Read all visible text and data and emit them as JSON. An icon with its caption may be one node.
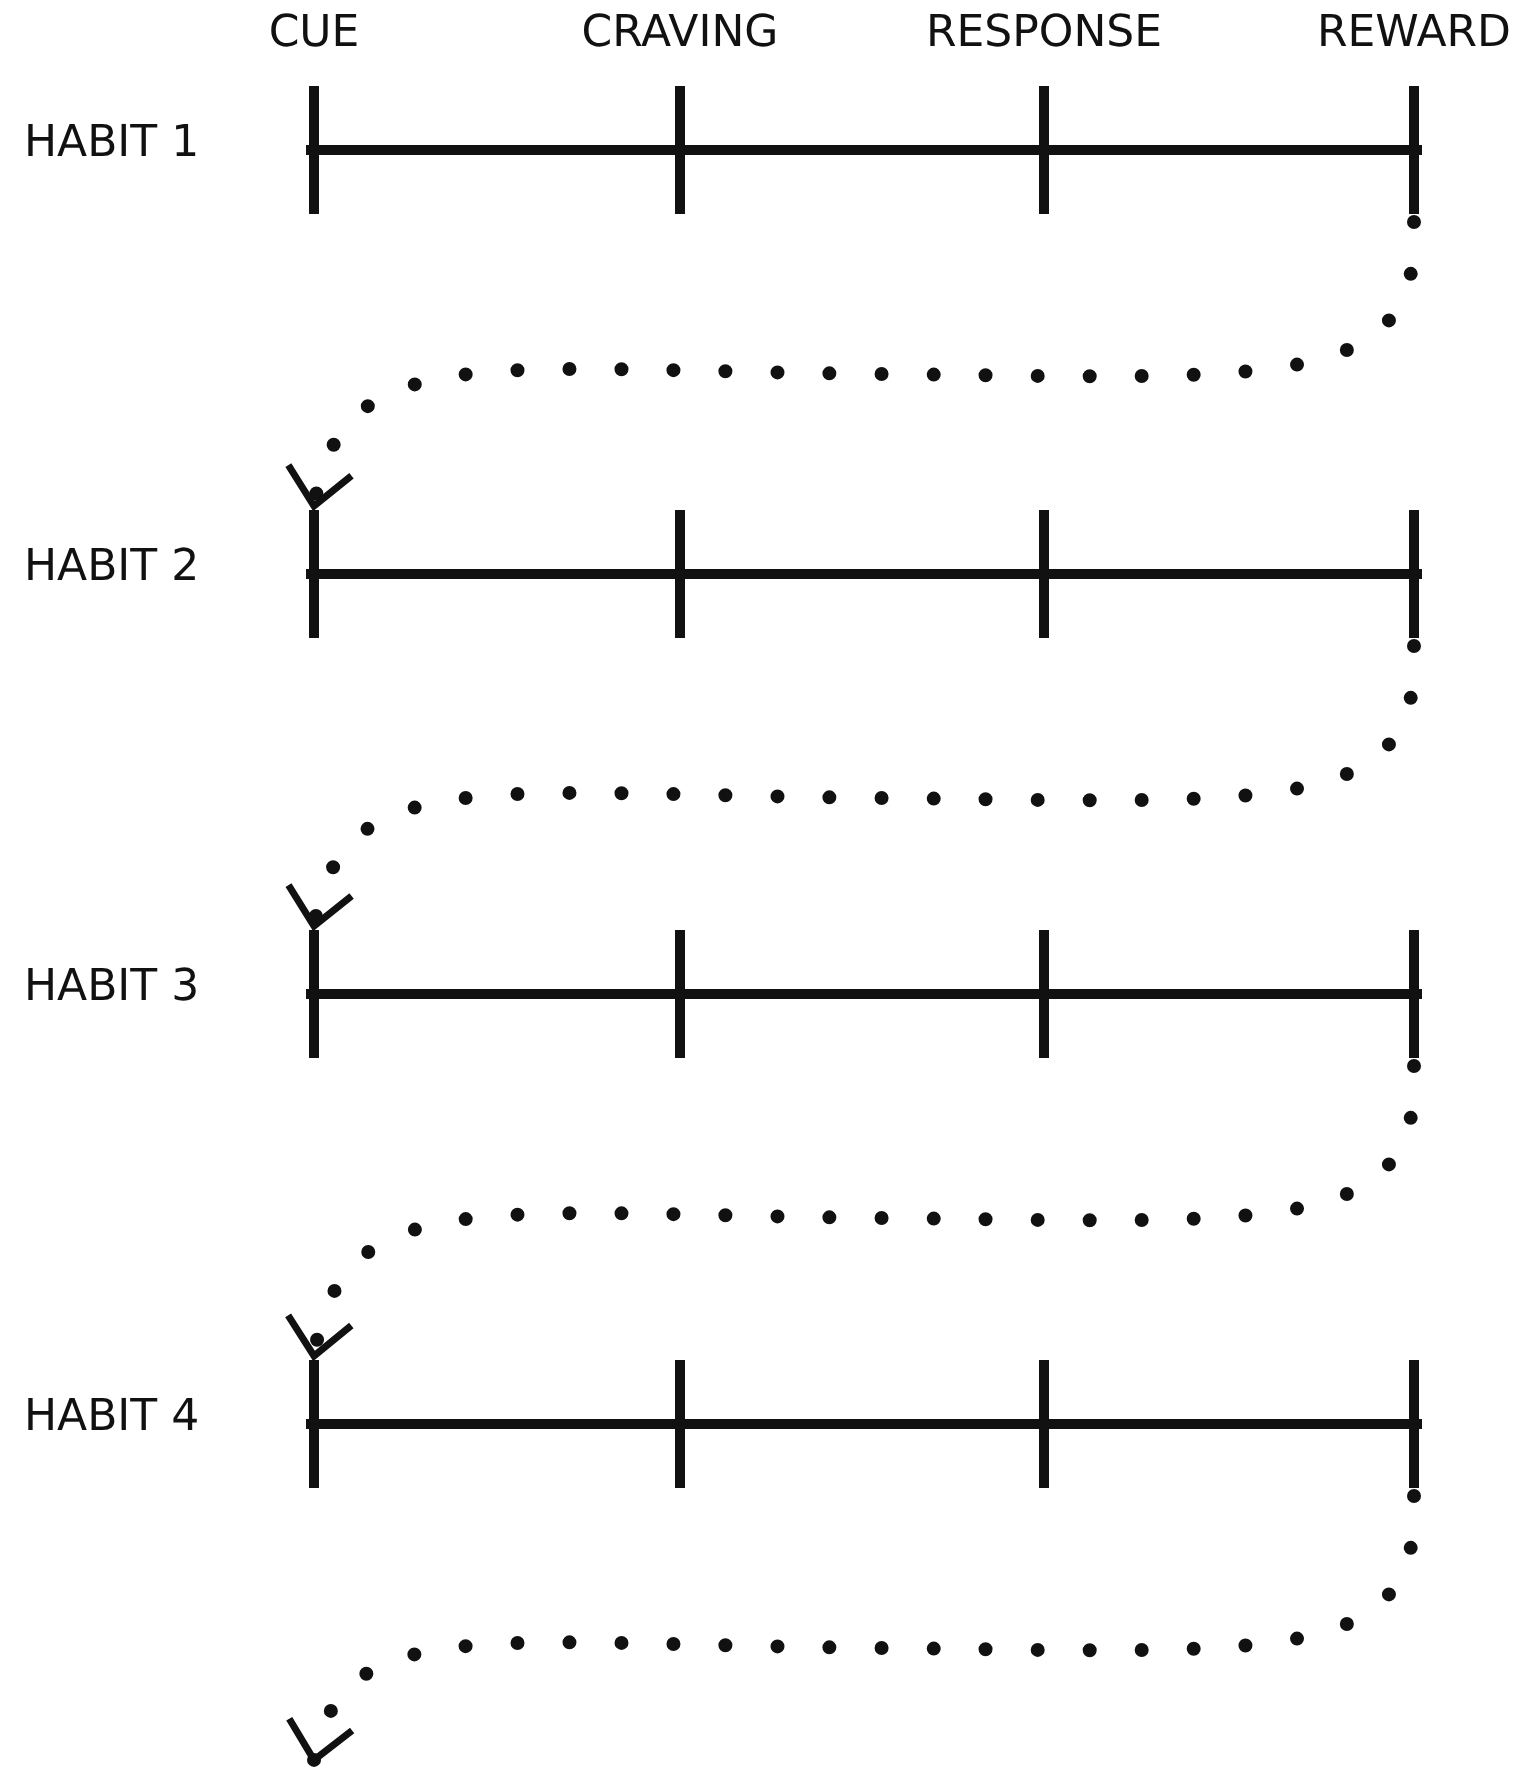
{
  "diagram": {
    "nodes": [
      {
        "text": [],
        "shape": "bar",
        "beside": [
          "HABIT 1"
        ]
      },
      {
        "text": [],
        "shape": "bar",
        "beside": [
          "HABIT 2"
        ]
      },
      {
        "text": [],
        "shape": "bar",
        "beside": [
          "HABIT 3"
        ]
      },
      {
        "text": [],
        "shape": "bar",
        "beside": [
          "HABIT 4"
        ]
      }
    ],
    "edges": [
      {
        "from": 0,
        "to": 1,
        "arrow": "to",
        "style": "dashed"
      },
      {
        "from": 1,
        "to": 2,
        "arrow": "to",
        "style": "dashed"
      },
      {
        "from": 2,
        "to": 3,
        "arrow": "to",
        "style": "dashed"
      },
      {
        "from": 3,
        "to": null,
        "arrow": "to",
        "style": "dashed"
      }
    ],
    "labels": [
      "CUE",
      "CRAVING",
      "RESPONSE",
      "REWARD"
    ]
  }
}
